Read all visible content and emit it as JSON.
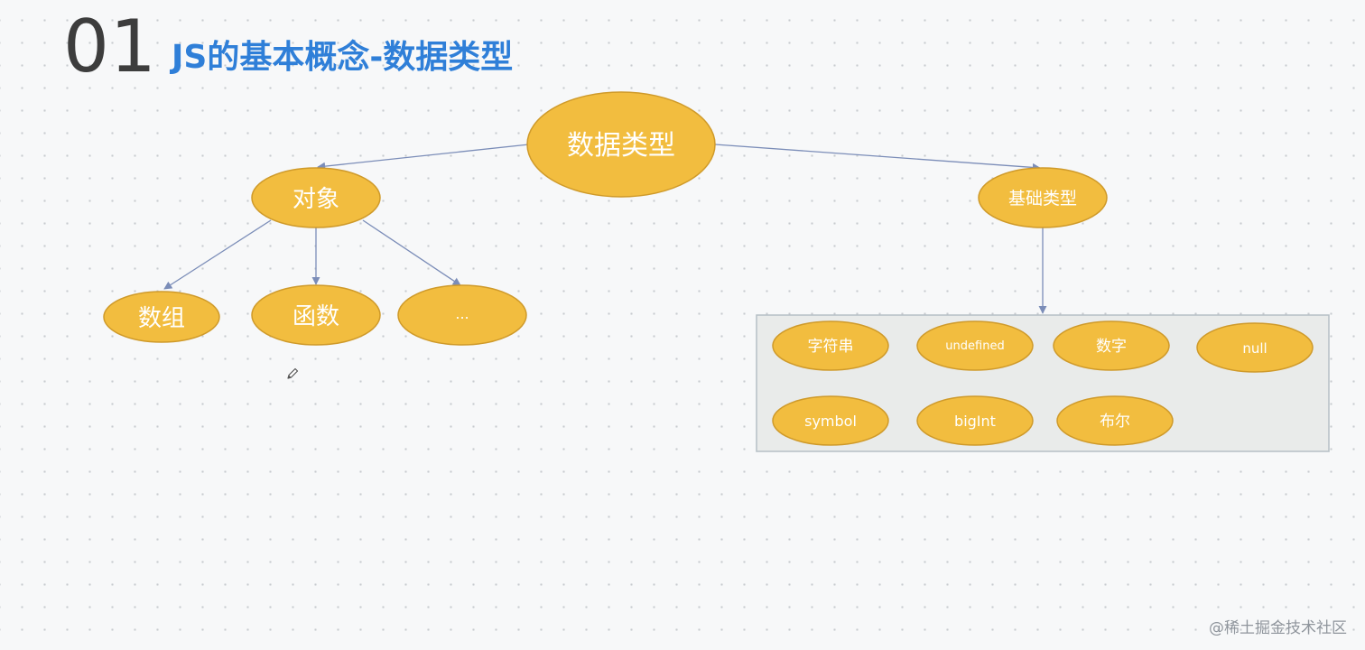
{
  "slide": {
    "number": "01",
    "title": "JS的基本概念-数据类型"
  },
  "colors": {
    "node_fill": "#f2bd3f",
    "node_stroke": "#cf9a2a",
    "edge": "#7b8db8",
    "title": "#2f7fd8",
    "group_fill": "#e9ebea",
    "group_stroke": "#b6bfc6"
  },
  "diagram": {
    "root": "数据类型",
    "object": "对象",
    "object_children": [
      "数组",
      "函数",
      "..."
    ],
    "primitive": "基础类型",
    "primitive_children": [
      "字符串",
      "undefined",
      "数字",
      "null",
      "symbol",
      "bigInt",
      "布尔"
    ]
  },
  "watermark": "@稀土掘金技术社区",
  "cursor_icon": "pencil-icon"
}
